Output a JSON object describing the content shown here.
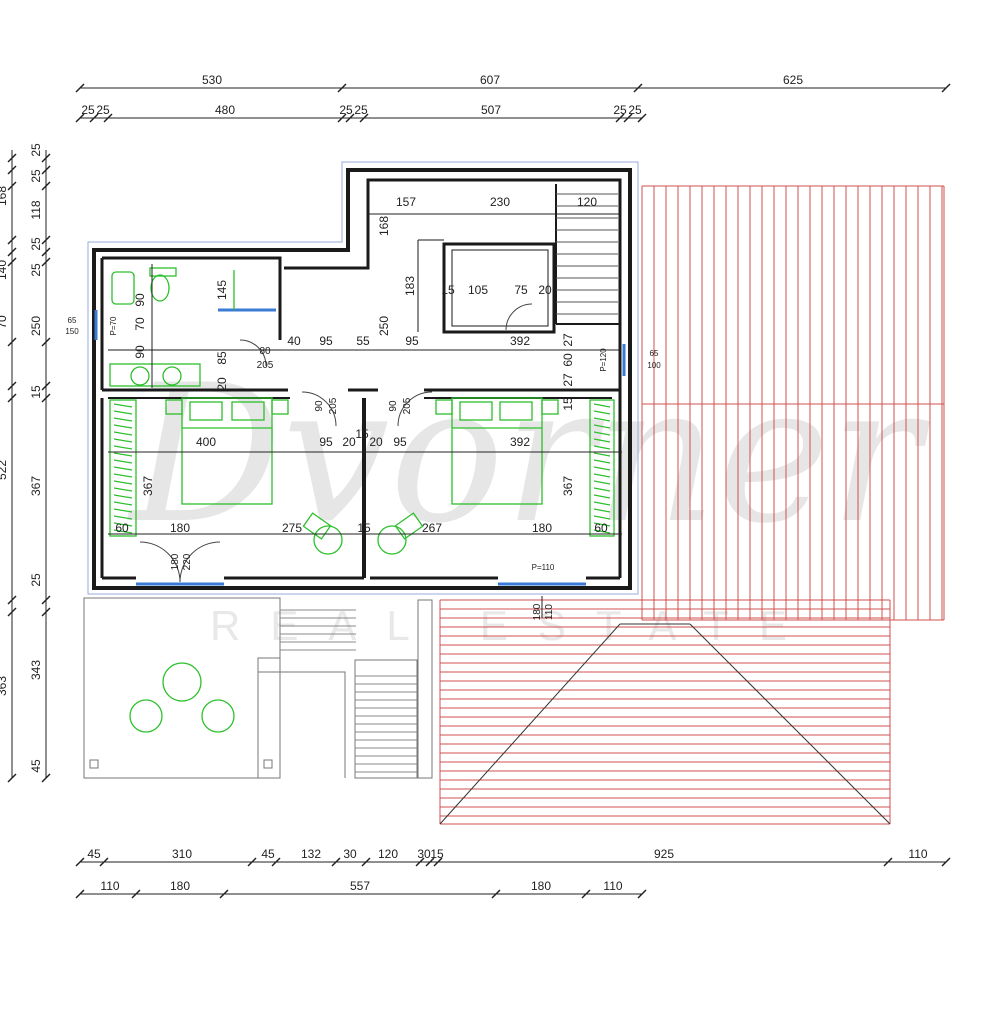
{
  "watermark": {
    "script": "Dvorner",
    "sub": "REAL ESTATE"
  },
  "dims_top_outer": [
    "530",
    "607",
    "625"
  ],
  "dims_top_inner": [
    "25",
    "25",
    "480",
    "25",
    "25",
    "507",
    "25",
    "25"
  ],
  "dims_left": [
    "25",
    "25",
    "168",
    "118",
    "25",
    "25",
    "140",
    "70",
    "250",
    "15",
    "522",
    "367",
    "25",
    "363",
    "343",
    "45"
  ],
  "dims_bottom1": [
    "45",
    "310",
    "45",
    "132",
    "30",
    "120",
    "30",
    "15",
    "925",
    "110"
  ],
  "dims_bottom2": [
    "110",
    "180",
    "557",
    "180",
    "110"
  ],
  "rooms": {
    "stair_top": [
      "157",
      "230",
      "120",
      "168",
      "183"
    ],
    "closet": [
      "15",
      "105",
      "75",
      "20"
    ],
    "bath": [
      "90",
      "70",
      "90",
      "145",
      "20",
      "85"
    ],
    "corridor": [
      "80",
      "205",
      "40",
      "95",
      "55",
      "250",
      "95",
      "392",
      "27",
      "60",
      "27",
      "15"
    ],
    "doors": [
      "90",
      "205",
      "90",
      "205"
    ],
    "bed_left": [
      "400",
      "95",
      "20",
      "367",
      "60",
      "180",
      "275",
      "15"
    ],
    "bed_right": [
      "15",
      "20",
      "95",
      "392",
      "367",
      "267",
      "180",
      "60"
    ],
    "bottom": [
      "180",
      "220",
      "180",
      "110"
    ],
    "windows": [
      "65",
      "150",
      "P=70",
      "65",
      "100",
      "P=120",
      "P=110"
    ]
  },
  "colors": {
    "wall": "#1a1a1a",
    "furniture": "#2cc02c",
    "roof": "#d05050",
    "window": "#3a7bd5"
  }
}
